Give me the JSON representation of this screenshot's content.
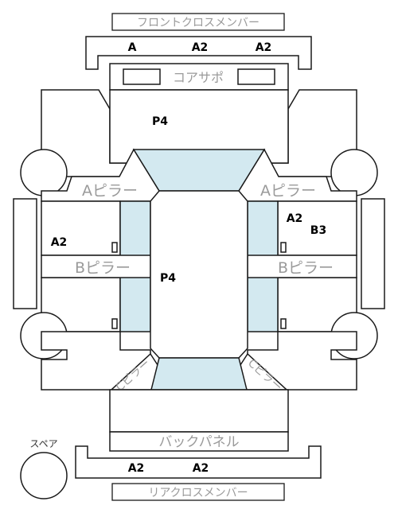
{
  "labels": {
    "front_cross_member": "フロントクロスメンバー",
    "core_support": "コアサポ",
    "a_pillar_left": "Aピラー",
    "a_pillar_right": "Aピラー",
    "b_pillar_left": "Bピラー",
    "b_pillar_right": "Bピラー",
    "c_pillar_left": "Cピラー",
    "c_pillar_right": "Cピラー",
    "back_panel": "バックパネル",
    "rear_cross_member": "リアクロスメンバー",
    "spare": "スペア"
  },
  "codes": {
    "front_cross_a": "A",
    "front_cross_a2_mid": "A2",
    "front_cross_a2_right": "A2",
    "hood": "P4",
    "roof": "P4",
    "left_side": "A2",
    "right_side_a2": "A2",
    "right_side_b3": "B3",
    "rear_cross_a2_left": "A2",
    "rear_cross_a2_right": "A2"
  },
  "colors": {
    "glass": "#d3e9f0",
    "outline": "#1a1a1a",
    "label_gray": "#9a9a9a"
  }
}
